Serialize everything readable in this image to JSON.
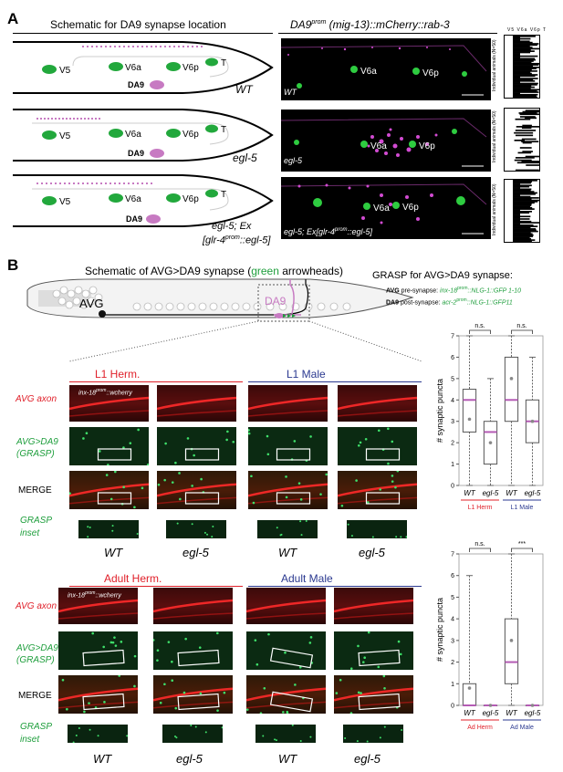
{
  "panelA": {
    "label": "A",
    "schematic_title": "Schematic for DA9 synapse location",
    "micro_title_main": "DA9",
    "micro_title_sup": "prom",
    "micro_title_rest": " (mig-13)::mCherry::rab-3",
    "rows": [
      {
        "genotype": "WT",
        "cells": [
          "V5",
          "V6a",
          "V6p",
          "T"
        ],
        "da9": "DA9",
        "micro_label": "WT",
        "micro_cells": [
          "V6a",
          "V6p"
        ]
      },
      {
        "genotype": "egl-5",
        "cells": [
          "V5",
          "V6a",
          "V6p",
          "T"
        ],
        "da9": "DA9",
        "micro_label": "egl-5",
        "micro_cells": [
          "V6a",
          "V6p"
        ]
      },
      {
        "genotype_line1": "egl-5; Ex",
        "genotype_line2a": "[glr-4",
        "genotype_sup": "prom",
        "genotype_line2b": "::egl-5]",
        "cells": [
          "V5",
          "V6a",
          "V6p",
          "T"
        ],
        "da9": "DA9",
        "micro_label_a": "egl-5; Ex[glr-4",
        "micro_label_sup": "prom",
        "micro_label_b": "::egl-5]",
        "micro_cells": [
          "V6a",
          "V6p"
        ]
      }
    ],
    "heat_header": [
      "V5",
      "V6a",
      "V6p",
      "T"
    ],
    "heat_axis": "Individual animals (N=50)"
  },
  "panelB": {
    "label": "B",
    "schematic_title_a": "Schematic of AVG>DA9 synapse (",
    "schematic_title_green": "green",
    "schematic_title_b": " arrowheads)",
    "avg": "AVG",
    "da9": "DA9",
    "grasp_title": "GRASP for AVG>DA9 synapse:",
    "avg_line_a": "AVG",
    "avg_line_b": " pre-synapse: ",
    "avg_line_c": "inx-18",
    "avg_line_sup": "prom",
    "avg_line_d": "::NLG-1::GFP 1-10",
    "da9_line_a": "DA9",
    "da9_line_b": " post-synapse: ",
    "da9_line_c": "acr-2",
    "da9_line_sup": "prom",
    "da9_line_d": "::NLG-1::GFP11",
    "rowlabels": [
      "AVG axon",
      "AVG>DA9",
      "(GRASP)",
      "MERGE",
      "GRASP",
      "inset"
    ],
    "top": {
      "group1": "L1 Herm.",
      "group2": "L1 Male",
      "marker_a": "inx-18",
      "marker_sup": "prom",
      "marker_b": "::wcherry",
      "cols": [
        "WT",
        "egl-5",
        "WT",
        "egl-5"
      ]
    },
    "bottom": {
      "group1": "Adult Herm.",
      "group2": "Adult Male",
      "marker_a": "inx-18",
      "marker_sup": "prom",
      "marker_b": "::wcherry",
      "cols": [
        "WT",
        "egl-5",
        "WT",
        "egl-5"
      ]
    }
  },
  "chart_data": [
    {
      "type": "box",
      "ylabel": "# synaptic puncta",
      "ylim": [
        0,
        7
      ],
      "yticks": [
        "0",
        "1",
        "2",
        "3",
        "4",
        "5",
        "6",
        "7"
      ],
      "categories": [
        "WT",
        "egl-5",
        "WT",
        "egl-5"
      ],
      "groups": [
        {
          "name": "L1 Herm",
          "color": "#e0202a"
        },
        {
          "name": "L1 Male",
          "color": "#2b3990"
        }
      ],
      "significance": [
        "n.s.",
        "n.s."
      ],
      "boxes": [
        {
          "min": 0,
          "q1": 2.5,
          "median": 4,
          "q3": 4.5,
          "max": 7,
          "mean": 3.1
        },
        {
          "min": 0,
          "q1": 1,
          "median": 2.5,
          "q3": 3,
          "max": 5,
          "mean": 2
        },
        {
          "min": 0,
          "q1": 3,
          "median": 4,
          "q3": 6,
          "max": 7,
          "mean": 5
        },
        {
          "min": 0,
          "q1": 2,
          "median": 3,
          "q3": 4,
          "max": 6,
          "mean": 3
        }
      ]
    },
    {
      "type": "box",
      "ylabel": "# synaptic puncta",
      "ylim": [
        0,
        7
      ],
      "yticks": [
        "0",
        "1",
        "2",
        "3",
        "4",
        "5",
        "6",
        "7"
      ],
      "categories": [
        "WT",
        "egl-5",
        "WT",
        "egl-5"
      ],
      "groups": [
        {
          "name": "Ad Herm",
          "color": "#e0202a"
        },
        {
          "name": "Ad Male",
          "color": "#2b3990"
        }
      ],
      "significance": [
        "n.s.",
        "***"
      ],
      "boxes": [
        {
          "min": 0,
          "q1": 0,
          "median": 0,
          "q3": 1,
          "max": 6,
          "mean": 0.8
        },
        {
          "min": 0,
          "q1": 0,
          "median": 0,
          "q3": 0,
          "max": 0,
          "mean": 0
        },
        {
          "min": 0,
          "q1": 1,
          "median": 2,
          "q3": 4,
          "max": 7,
          "mean": 3
        },
        {
          "min": 0,
          "q1": 0,
          "median": 0,
          "q3": 0,
          "max": 0,
          "mean": 0
        }
      ]
    }
  ]
}
